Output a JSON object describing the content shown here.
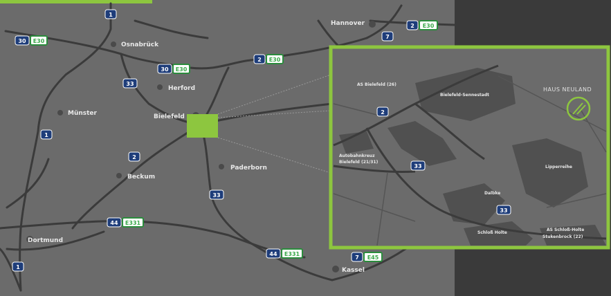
{
  "colors": {
    "background": "#3a3a3a",
    "map": "#6b6b6b",
    "road": "#3b3b3b",
    "accent": "#8dc63f",
    "shield_blue": "#1e3d7a",
    "shield_green": "#2a8c3c"
  },
  "cities": {
    "osnabrueck": "Osnabrück",
    "herford": "Herford",
    "muenster": "Münster",
    "bielefeld": "Bielefeld",
    "paderborn": "Paderborn",
    "beckum": "Beckum",
    "dortmund": "Dortmund",
    "kassel": "Kassel",
    "hannover": "Hannover"
  },
  "shields": {
    "a1_top": "1",
    "a30_left": "30",
    "e30_left": "E30",
    "a30_mid": "30",
    "e30_mid": "E30",
    "a2_mid": "2",
    "e30_mid2": "E30",
    "a7_top": "7",
    "a2_right": "2",
    "e30_right": "E30",
    "a33_north": "33",
    "a1_mid": "1",
    "a2_west": "2",
    "a33_south": "33",
    "a44_left": "44",
    "e331_left": "E331",
    "a1_bottom": "1",
    "a44_right": "44",
    "e331_right": "E331",
    "a7_bottom": "7",
    "e45": "E45"
  },
  "inset": {
    "as_bielefeld": "AS Bielefeld (26)",
    "bielefeld_sennestadt": "Bielefeld-Sennestadt",
    "kreuz": "Autobahnkreuz",
    "kreuz2": "Bielefeld (21/31)",
    "lipperreihe": "Lipperreihe",
    "dalbke": "Dalbke",
    "schloss_holte": "Schloß Holte",
    "as_schloss": "AS Schloß-Holte",
    "stukenbrock": "Stukenbrock (22)",
    "a2": "2",
    "a33": "33",
    "a33b": "33",
    "brand": "HAUS NEULAND"
  }
}
